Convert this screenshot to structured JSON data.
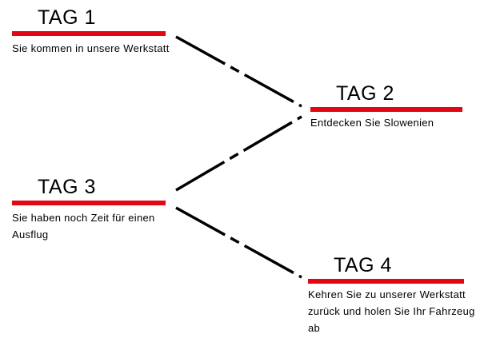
{
  "days": [
    {
      "title": "TAG 1",
      "description": "Sie kommen in unsere Werkstatt"
    },
    {
      "title": "TAG 2",
      "description": "Entdecken Sie Slowenien"
    },
    {
      "title": "TAG 3",
      "description": "Sie haben noch Zeit für einen Ausflug"
    },
    {
      "title": "TAG 4",
      "description": "Kehren Sie zu unserer Werkstatt zurück und holen Sie Ihr Fahrzeug ab"
    }
  ],
  "colors": {
    "accent_bar": "#e30613",
    "connector": "#000000",
    "text": "#000000"
  }
}
